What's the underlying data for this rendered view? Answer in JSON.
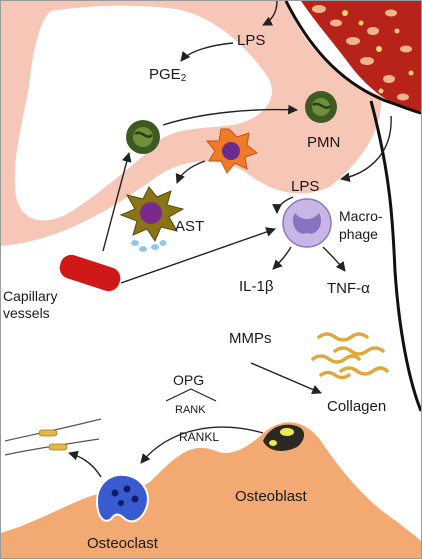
{
  "labels": {
    "lps_top": "LPS",
    "pge2_base": "PGE",
    "pge2_sub": "2",
    "pmn": "PMN",
    "lps_mid": "LPS",
    "macrophage_line1": "Macro-",
    "macrophage_line2": "phage",
    "ast": "AST",
    "capillary_line1": "Capillary",
    "capillary_line2": "vessels",
    "il1b": "IL-1β",
    "tnfa": "TNF-α",
    "mmps": "MMPs",
    "collagen": "Collagen",
    "opg": "OPG",
    "rank": "RANK",
    "rankl": "RANKL",
    "osteoblast": "Osteoblast",
    "osteoclast": "Osteoclast"
  },
  "colors": {
    "gingiva_pink": "#f6c6b6",
    "bone": "#f2aa72",
    "bacteria_red": "#b7221b",
    "capillary_red": "#d01818",
    "pmn_green": "#3d5a22",
    "collagen_gold": "#e0a83a",
    "osteoclast_blue": "#3a5bd0",
    "macrophage_lavender": "#c7b6e6"
  }
}
